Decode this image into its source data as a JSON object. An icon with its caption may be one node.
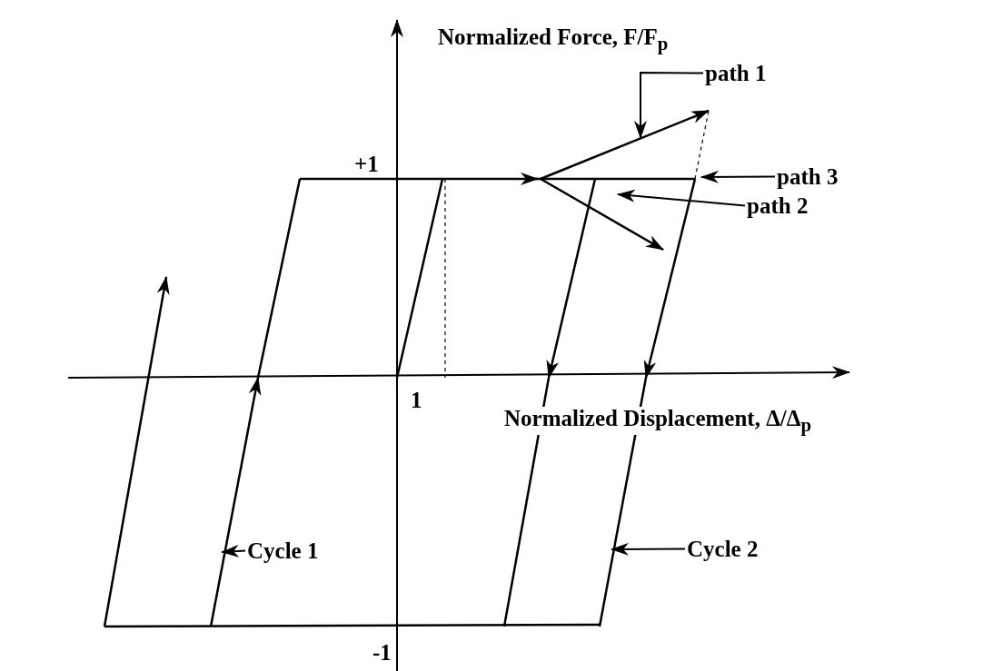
{
  "diagram": {
    "nodes": [
      {
        "text": [
          "path 1"
        ]
      },
      {
        "text": [
          "path 3"
        ]
      },
      {
        "text": [
          "path 2"
        ]
      },
      {
        "text": [
          "Cycle 1"
        ]
      },
      {
        "text": [
          "Cycle 2"
        ]
      }
    ],
    "edges": [
      {
        "from": 0,
        "to": null,
        "arrow": "to"
      },
      {
        "from": 1,
        "to": null,
        "arrow": "to"
      },
      {
        "from": 2,
        "to": null,
        "arrow": "to"
      },
      {
        "from": 3,
        "to": null,
        "arrow": "to"
      },
      {
        "from": 4,
        "to": null,
        "arrow": "to"
      }
    ],
    "labels": [
      "Normalized Force, F/F$_{p}$",
      "+1",
      "1",
      "Normalized Displacement, Δ/Δ$_{p}$",
      "-1"
    ]
  }
}
